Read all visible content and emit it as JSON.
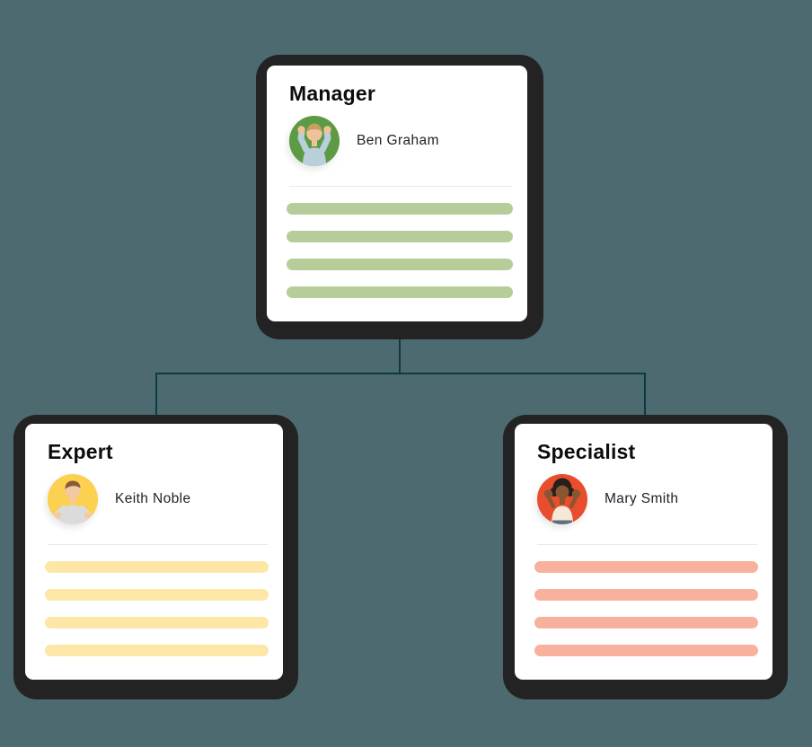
{
  "theme": {
    "background": "#4e6a71",
    "frame": "#232323",
    "card_bg": "#ffffff",
    "connector": "#0d3947",
    "divider": "#e9e9e9",
    "title_color": "#0d0d0d",
    "name_color": "#20222a"
  },
  "org_chart": {
    "nodes": {
      "manager": {
        "title": "Manager",
        "name": "Ben Graham",
        "avatar": "man-cheering-avatar",
        "avatar_bg": "#5c9a44",
        "bar_color": "#b7cd99",
        "placeholder_bars": 4
      },
      "expert": {
        "title": "Expert",
        "name": "Keith Noble",
        "avatar": "man-hands-on-hips-avatar",
        "avatar_bg": "#fcd050",
        "bar_color": "#fce7a6",
        "placeholder_bars": 4
      },
      "specialist": {
        "title": "Specialist",
        "name": "Mary Smith",
        "avatar": "woman-waving-hands-avatar",
        "avatar_bg": "#e84e2d",
        "bar_color": "#f8b19d",
        "placeholder_bars": 4
      }
    },
    "edges": [
      {
        "from": "Manager",
        "to": "Expert"
      },
      {
        "from": "Manager",
        "to": "Specialist"
      }
    ]
  }
}
